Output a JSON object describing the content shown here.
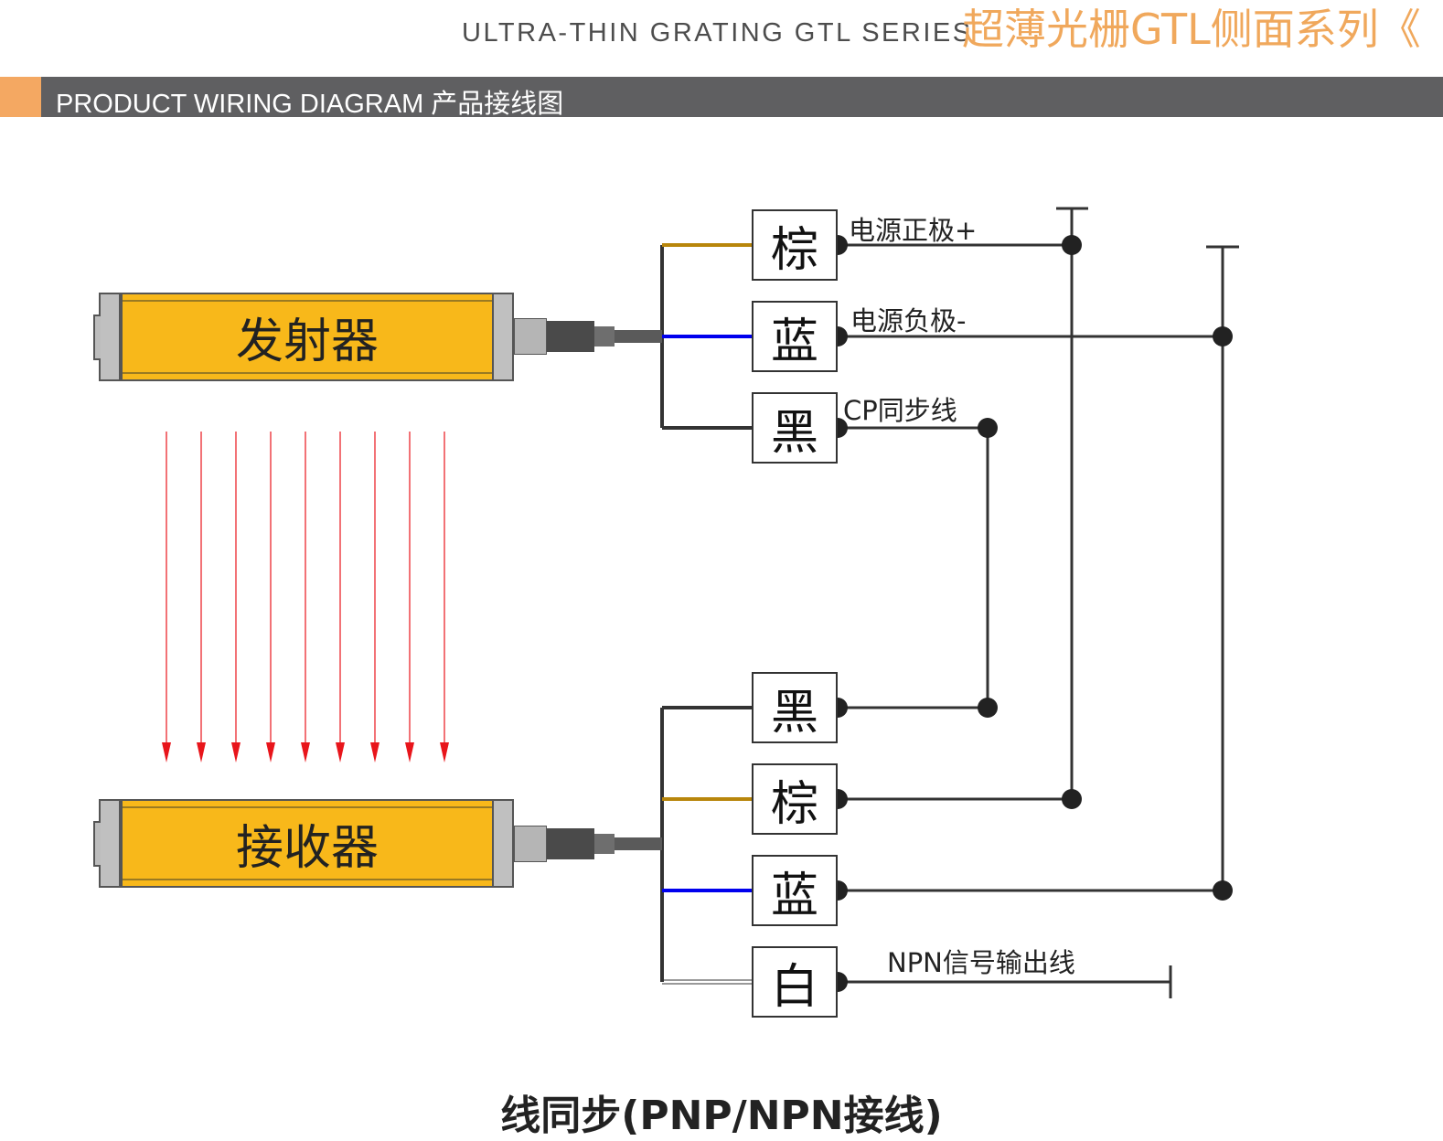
{
  "header": {
    "series_en": "ULTRA-THIN GRATING GTL SERIES",
    "series_cn": "超薄光栅GTL侧面系列《"
  },
  "banner": {
    "title": "PRODUCT WIRING DIAGRAM 产品接线图"
  },
  "devices": {
    "emitter": "发射器",
    "receiver": "接收器"
  },
  "emitter_wires": [
    {
      "color_name": "棕",
      "label": "电源正极+",
      "color": "#b8860b"
    },
    {
      "color_name": "蓝",
      "label": "电源负极-",
      "color": "#0000ee"
    },
    {
      "color_name": "黑",
      "label": "CP同步线",
      "color": "#222222"
    }
  ],
  "receiver_wires": [
    {
      "color_name": "黑",
      "label": "",
      "color": "#222222"
    },
    {
      "color_name": "棕",
      "label": "",
      "color": "#b8860b"
    },
    {
      "color_name": "蓝",
      "label": "",
      "color": "#0000ee"
    },
    {
      "color_name": "白",
      "label": "NPN信号输出线",
      "color": "#ffffff"
    }
  ],
  "colors": {
    "accent_orange": "#f4a862",
    "banner_gray": "#5f5f61",
    "grating_yellow": "#f8b81a",
    "beam_red": "#e8151b"
  },
  "footer": {
    "title": "线同步(PNP/NPN接线)"
  }
}
